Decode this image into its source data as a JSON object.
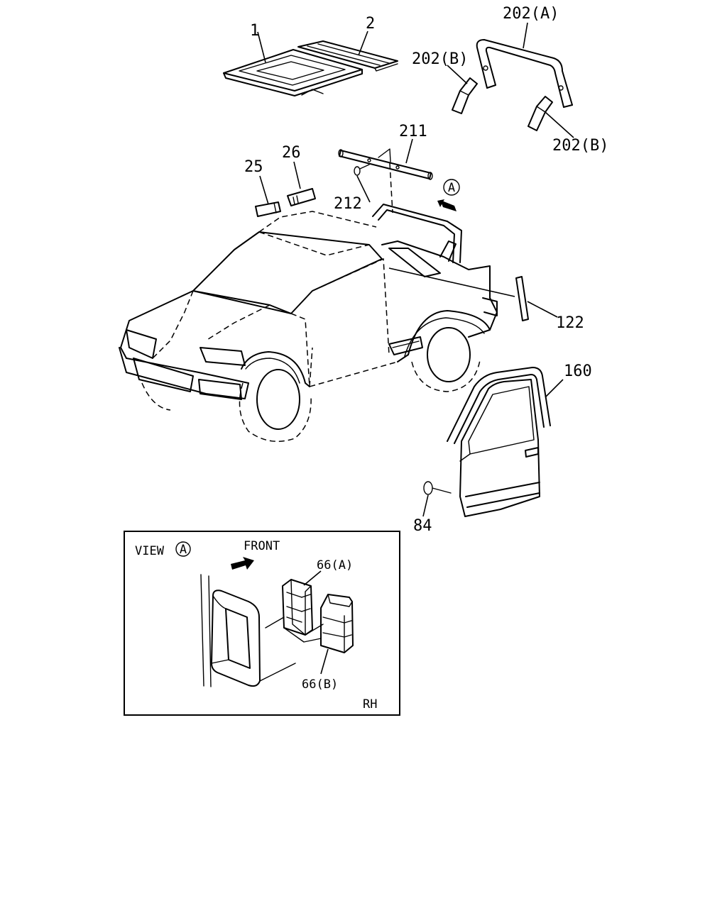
{
  "callouts": {
    "c1": "1",
    "c2": "2",
    "c202a": "202(A)",
    "c202b_top": "202(B)",
    "c202b_bottom": "202(B)",
    "c211": "211",
    "c212": "212",
    "c25": "25",
    "c26": "26",
    "c122": "122",
    "c160": "160",
    "c84": "84"
  },
  "view_marker": "A",
  "inset": {
    "view_label": "VIEW",
    "view_marker": "A",
    "front_label": "FRONT",
    "c66a": "66(A)",
    "c66b": "66(B)",
    "side": "RH"
  }
}
